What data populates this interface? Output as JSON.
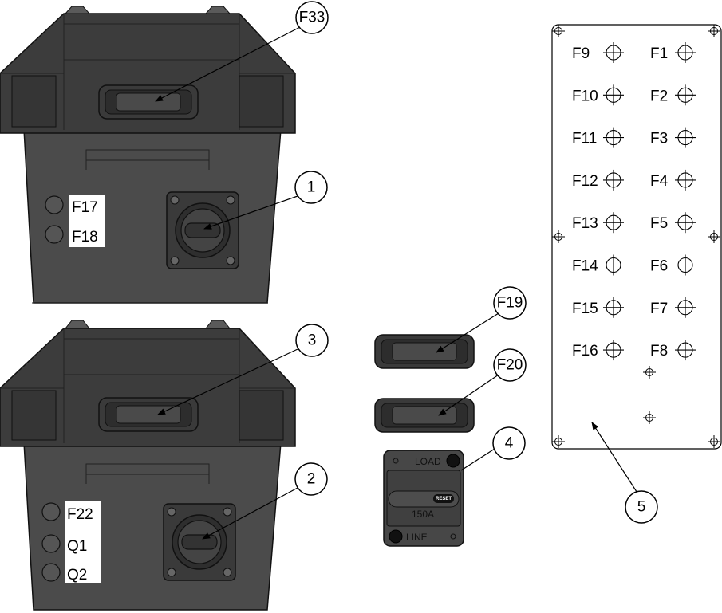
{
  "callouts": {
    "c_f33": "F33",
    "c_1": "1",
    "c_3": "3",
    "c_2": "2",
    "c_f19": "F19",
    "c_f20": "F20",
    "c_4": "4",
    "c_5": "5"
  },
  "upper_box": {
    "holes": [
      "F17",
      "F18"
    ]
  },
  "lower_box": {
    "holes": [
      "F22",
      "Q1",
      "Q2"
    ]
  },
  "breaker": {
    "load": "LOAD",
    "line": "LINE",
    "reset": "RESET",
    "rating": "150A"
  },
  "fuse_panel": {
    "left_column": [
      "F9",
      "F10",
      "F11",
      "F12",
      "F13",
      "F14",
      "F15",
      "F16"
    ],
    "right_column": [
      "F1",
      "F2",
      "F3",
      "F4",
      "F5",
      "F6",
      "F7",
      "F8"
    ]
  }
}
